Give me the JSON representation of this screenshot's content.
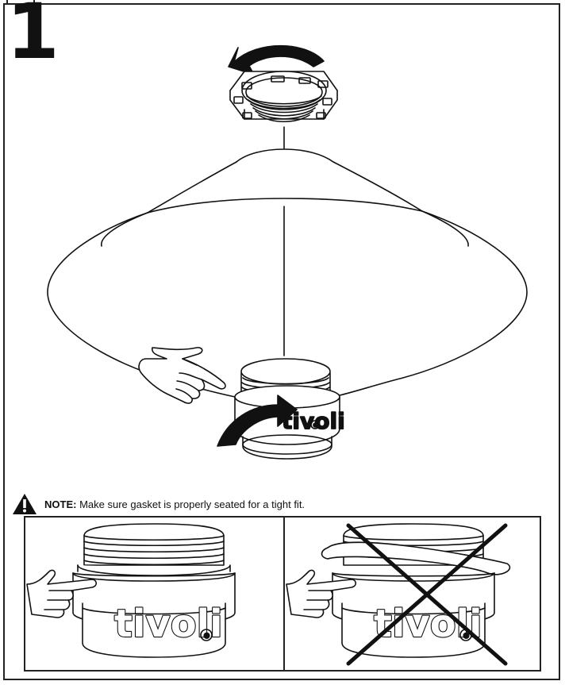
{
  "step": {
    "number": "1"
  },
  "note": {
    "label": "NOTE:",
    "text": "Make sure gasket is properly seated for a tight fit."
  },
  "brand": {
    "logo_text": "tivoli",
    "registered_mark": "®"
  },
  "icons": {
    "warning": "warning-triangle-icon",
    "rotation_arrow": "curved-arrow-icon",
    "hand": "pointing-hand-icon",
    "incorrect": "cross-mark-icon"
  },
  "colors": {
    "line": "#111111",
    "background": "#ffffff"
  }
}
